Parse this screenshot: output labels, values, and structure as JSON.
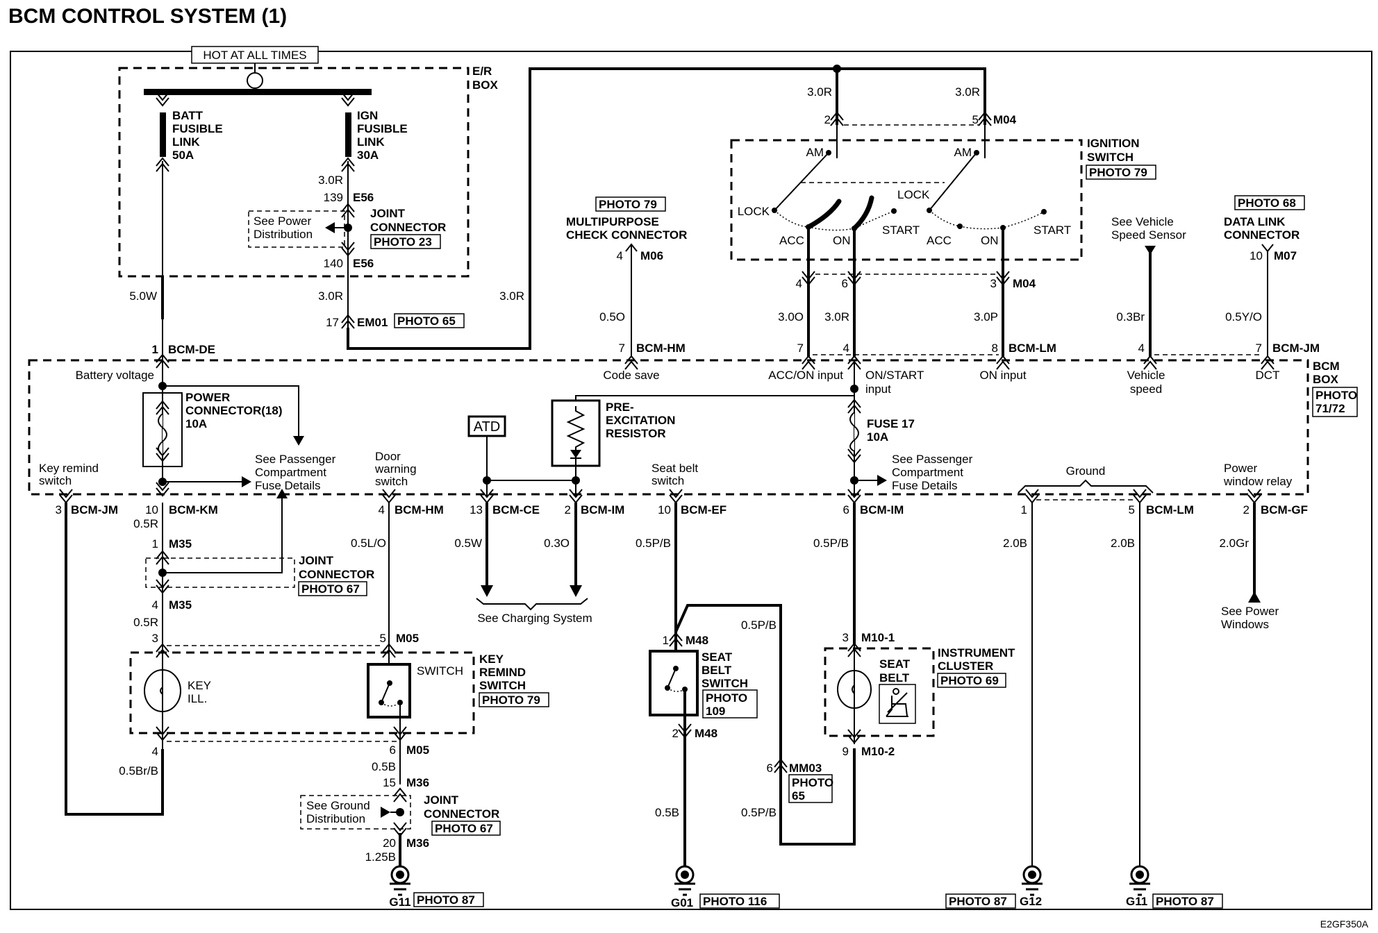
{
  "title": "BCM CONTROL SYSTEM (1)",
  "figure_id": "E2GF350A",
  "er_box": {
    "label_1": "E/R",
    "label_2": "BOX",
    "hot_label": "HOT AT ALL TIMES",
    "batt_link": [
      "BATT",
      "FUSIBLE",
      "LINK",
      "50A"
    ],
    "ign_link": [
      "IGN",
      "FUSIBLE",
      "LINK",
      "30A"
    ],
    "ign_wire": "3.0R",
    "e56_top": {
      "pin": "139",
      "conn": "E56"
    },
    "e56_bot": {
      "pin": "140",
      "conn": "E56"
    },
    "joint": [
      "JOINT",
      "CONNECTOR"
    ],
    "joint_photo": "PHOTO 23",
    "see_power": [
      "See Power",
      "Distribution"
    ]
  },
  "upper_wires": {
    "batt_wire": "5.0W",
    "ign_out_wire": "3.0R",
    "loop_wire": "3.0R",
    "em01": {
      "pin": "17",
      "conn": "EM01",
      "photo": "PHOTO 65"
    },
    "bcm_de": {
      "pin": "1",
      "conn": "BCM-DE"
    }
  },
  "ignition_switch": {
    "label": [
      "IGNITION",
      "SWITCH"
    ],
    "photo": "PHOTO 79",
    "left_wire": "3.0R",
    "right_wire": "3.0R",
    "pin_left": "2",
    "pin_right": "5",
    "conn_top": "M04",
    "positions": {
      "am": "AM",
      "lock": "LOCK",
      "acc": "ACC",
      "on": "ON",
      "start": "START"
    },
    "out_pins": {
      "acc": "4",
      "on": "6",
      "on2": "3",
      "conn": "M04"
    },
    "out_wires": {
      "acc": "3.0O",
      "on": "3.0R",
      "on2": "3.0P"
    },
    "bcm_pins": {
      "acc": "7",
      "on": "4",
      "on2": "8",
      "conn_on2": "BCM-LM"
    }
  },
  "multipurpose": {
    "photo": "PHOTO 79",
    "label": [
      "MULTIPURPOSE",
      "CHECK CONNECTOR"
    ],
    "pin": "4",
    "conn": "M06",
    "wire": "0.5O",
    "bcm_pin": "7",
    "bcm_conn": "BCM-HM"
  },
  "vehicle_speed": {
    "see": [
      "See Vehicle",
      "Speed Sensor"
    ],
    "wire": "0.3Br",
    "bcm_pin": "4"
  },
  "data_link": {
    "photo": "PHOTO 68",
    "label": [
      "DATA LINK",
      "CONNECTOR"
    ],
    "pin": "10",
    "conn": "M07",
    "wire": "0.5Y/O",
    "bcm_pin": "7",
    "bcm_conn": "BCM-JM"
  },
  "bcm_box": {
    "label": [
      "BCM",
      "BOX"
    ],
    "photo": [
      "PHOTO",
      "71/72"
    ],
    "inputs": {
      "battery_voltage": "Battery voltage",
      "code_save": "Code save",
      "acc_on": "ACC/ON input",
      "on_start": [
        "ON/START",
        "input"
      ],
      "on_input": "ON input",
      "vehicle_speed": [
        "Vehicle",
        "speed"
      ],
      "dct": "DCT"
    },
    "power_connector": [
      "POWER",
      "CONNECTOR(18)",
      "10A"
    ],
    "see_pass_left": [
      "See Passenger",
      "Compartment",
      "Fuse Details"
    ],
    "see_pass_right": [
      "See Passenger",
      "Compartment",
      "Fuse Details"
    ],
    "fuse17": [
      "FUSE 17",
      "10A"
    ],
    "pre_exc": [
      "PRE-",
      "EXCITATION",
      "RESISTOR"
    ],
    "atd": "ATD",
    "outputs": {
      "key_remind": [
        "Key remind",
        "switch"
      ],
      "door_warning": [
        "Door",
        "warning",
        "switch"
      ],
      "seat_belt": [
        "Seat belt",
        "switch"
      ],
      "ground": "Ground",
      "power_window": [
        "Power",
        "window relay"
      ]
    }
  },
  "lower_pins": [
    {
      "pin": "3",
      "conn": "BCM-JM"
    },
    {
      "pin": "10",
      "conn": "BCM-KM"
    },
    {
      "pin": "4",
      "conn": "BCM-HM"
    },
    {
      "pin": "13",
      "conn": "BCM-CE"
    },
    {
      "pin": "2",
      "conn": "BCM-IM"
    },
    {
      "pin": "10",
      "conn": "BCM-EF"
    },
    {
      "pin": "6",
      "conn": "BCM-IM"
    },
    {
      "pin": "1",
      "conn": ""
    },
    {
      "pin": "5",
      "conn": "BCM-LM"
    },
    {
      "pin": "2",
      "conn": "BCM-GF"
    }
  ],
  "lower_wires": {
    "km": "0.5R",
    "km2": "0.5R",
    "key_out": "0.5Br/B",
    "door": "0.5L/O",
    "ce": "0.5W",
    "im2": "0.3O",
    "ef": "0.5P/B",
    "ef_loop": "0.5P/B",
    "ef_loop2": "0.5P/B",
    "im6": "0.5P/B",
    "gnd1": "2.0B",
    "gnd5": "2.0B",
    "gf": "2.0Gr",
    "seat_gnd": "0.5B",
    "m05_out": "0.5B",
    "m36_out": "1.25B"
  },
  "charging": "See Charging System",
  "power_windows": [
    "See Power",
    "Windows"
  ],
  "joint_m35": {
    "pin_top": "1",
    "pin_bot": "4",
    "conn": "M35",
    "label": [
      "JOINT",
      "CONNECTOR"
    ],
    "photo": "PHOTO 67"
  },
  "key_remind_switch": {
    "pin_key_top": "3",
    "pin_key_bot": "4",
    "pin_sw_top": "5",
    "pin_sw_bot": "6",
    "conn": "M05",
    "key_ill": [
      "KEY",
      "ILL."
    ],
    "switch": "SWITCH",
    "label": [
      "KEY",
      "REMIND",
      "SWITCH"
    ],
    "photo": "PHOTO 79"
  },
  "joint_m36": {
    "pin_top": "15",
    "pin_bot": "20",
    "conn": "M36",
    "label": [
      "JOINT",
      "CONNECTOR"
    ],
    "photo": "PHOTO 67",
    "see": [
      "See Ground",
      "Distribution"
    ]
  },
  "seat_belt_switch": {
    "pin_top": "1",
    "pin_bot": "2",
    "conn": "M48",
    "label": [
      "SEAT",
      "BELT",
      "SWITCH"
    ],
    "photo": [
      "PHOTO",
      "109"
    ]
  },
  "mm03": {
    "pin": "6",
    "conn": "MM03",
    "photo": [
      "PHOTO",
      "65"
    ]
  },
  "instrument_cluster": {
    "pin_top": "3",
    "conn_top": "M10-1",
    "pin_bot": "9",
    "conn_bot": "M10-2",
    "seat_belt": [
      "SEAT",
      "BELT"
    ],
    "label": [
      "INSTRUMENT",
      "CLUSTER"
    ],
    "photo": "PHOTO 69"
  },
  "grounds": [
    {
      "id": "G11",
      "photo": "PHOTO 87"
    },
    {
      "id": "G01",
      "photo": "PHOTO 116"
    },
    {
      "id": "G12",
      "photo": "PHOTO 87"
    },
    {
      "id": "G11",
      "photo": "PHOTO 87"
    }
  ]
}
